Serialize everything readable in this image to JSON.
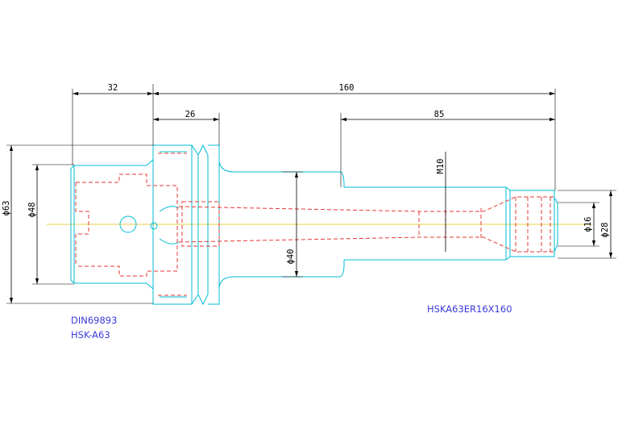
{
  "colors": {
    "outline": "#00bcd4",
    "hidden_lines": "#e53935",
    "dimension_lines": "#000000",
    "centerline": "#e6c200",
    "notes": "#3a3adb"
  },
  "dimensions": {
    "d32": "32",
    "d160": "160",
    "d26": "26",
    "d85": "85",
    "m10": "M10",
    "phi63": "ϕ63",
    "phi48": "ϕ48",
    "phi40": "ϕ40",
    "phi16": "ϕ16",
    "phi28": "ϕ28"
  },
  "notes": {
    "standard": "DIN69893",
    "interface": "HSK-A63",
    "part_number": "HSKA63ER16X160"
  }
}
